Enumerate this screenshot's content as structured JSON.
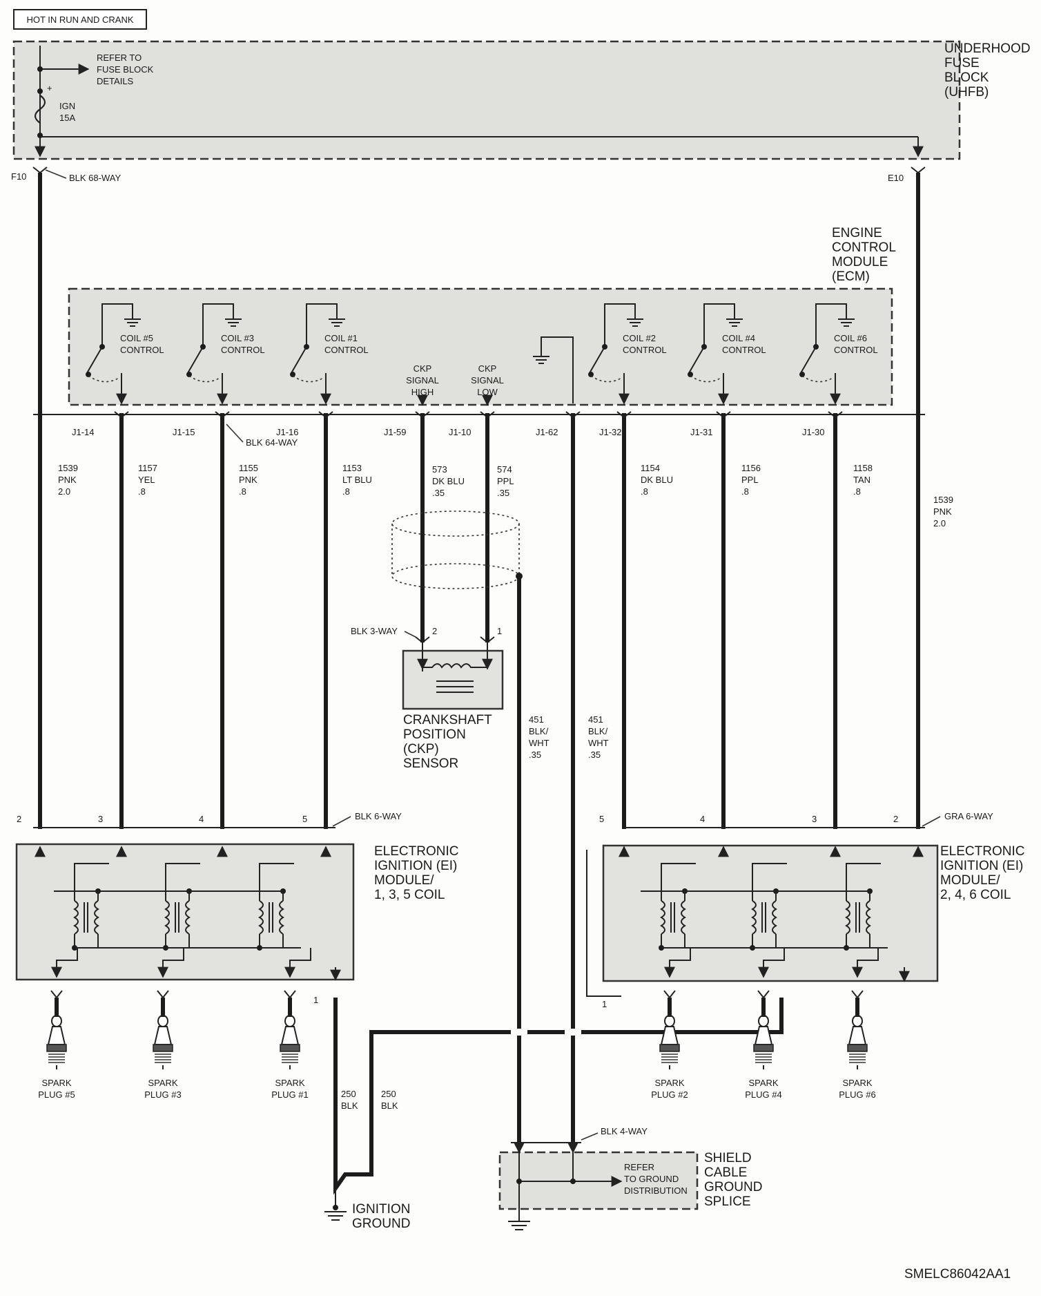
{
  "title_box": "HOT IN RUN AND CRANK",
  "figure_id": "SMELC86042AA1",
  "uhfb": {
    "label": [
      "UNDERHOOD",
      "FUSE",
      "BLOCK",
      "(UHFB)"
    ],
    "refer": [
      "REFER TO",
      "FUSE BLOCK",
      "DETAILS"
    ],
    "fuse": [
      "IGN",
      "15A"
    ],
    "pins": {
      "left": "F10",
      "right": "E10"
    },
    "connector": "BLK 68-WAY"
  },
  "ecm": {
    "label": [
      "ENGINE",
      "CONTROL",
      "MODULE",
      "(ECM)"
    ],
    "connector": "BLK 64-WAY",
    "coil_controls": [
      {
        "name": [
          "COIL #5",
          "CONTROL"
        ],
        "pin": "J1-14",
        "wire": [
          "1157",
          "YEL",
          ".8"
        ]
      },
      {
        "name": [
          "COIL #3",
          "CONTROL"
        ],
        "pin": "J1-15",
        "wire": [
          "1155",
          "PNK",
          ".8"
        ]
      },
      {
        "name": [
          "COIL #1",
          "CONTROL"
        ],
        "pin": "J1-16",
        "wire": [
          "1153",
          "LT BLU",
          ".8"
        ]
      },
      {
        "name": [
          "COIL #2",
          "CONTROL"
        ],
        "pin": "J1-32",
        "wire": [
          "1154",
          "DK BLU",
          ".8"
        ]
      },
      {
        "name": [
          "COIL #4",
          "CONTROL"
        ],
        "pin": "J1-31",
        "wire": [
          "1156",
          "PPL",
          ".8"
        ]
      },
      {
        "name": [
          "COIL #6",
          "CONTROL"
        ],
        "pin": "J1-30",
        "wire": [
          "1158",
          "TAN",
          ".8"
        ]
      }
    ],
    "ckp_high": {
      "name": [
        "CKP",
        "SIGNAL",
        "HIGH"
      ],
      "pin": "J1-59",
      "wire": [
        "573",
        "DK BLU",
        ".35"
      ]
    },
    "ckp_low": {
      "name": [
        "CKP",
        "SIGNAL",
        "LOW"
      ],
      "pin": "J1-10",
      "wire": [
        "574",
        "PPL",
        ".35"
      ]
    },
    "ground_pin": "J1-62"
  },
  "power_wire": [
    "1539",
    "PNK",
    "2.0"
  ],
  "ckp_sensor": {
    "label": [
      "CRANKSHAFT",
      "POSITION",
      "(CKP)",
      "SENSOR"
    ],
    "connector": "BLK 3-WAY",
    "pins": [
      "2",
      "1"
    ]
  },
  "shield_wire": [
    "451",
    "BLK/",
    "WHT",
    ".35"
  ],
  "ei_left": {
    "label": [
      "ELECTRONIC",
      "IGNITION (EI)",
      "MODULE/",
      "1, 3, 5 COIL"
    ],
    "connector": "BLK 6-WAY",
    "pins": [
      "2",
      "3",
      "4",
      "5"
    ],
    "ground_pin": "1"
  },
  "ei_right": {
    "label": [
      "ELECTRONIC",
      "IGNITION (EI)",
      "MODULE/",
      "2, 4, 6 COIL"
    ],
    "connector": "GRA 6-WAY",
    "pins": [
      "5",
      "4",
      "3",
      "2"
    ],
    "ground_pin": "1"
  },
  "ground_wire": [
    "250",
    "BLK"
  ],
  "spark_plugs": [
    [
      "SPARK",
      "PLUG #5"
    ],
    [
      "SPARK",
      "PLUG #3"
    ],
    [
      "SPARK",
      "PLUG #1"
    ],
    [
      "SPARK",
      "PLUG #2"
    ],
    [
      "SPARK",
      "PLUG #4"
    ],
    [
      "SPARK",
      "PLUG #6"
    ]
  ],
  "ignition_ground": [
    "IGNITION",
    "GROUND"
  ],
  "shield_splice": {
    "label": [
      "SHIELD",
      "CABLE",
      "GROUND",
      "SPLICE"
    ],
    "connector": "BLK 4-WAY",
    "refer": [
      "REFER",
      "TO GROUND",
      "DISTRIBUTION"
    ]
  }
}
